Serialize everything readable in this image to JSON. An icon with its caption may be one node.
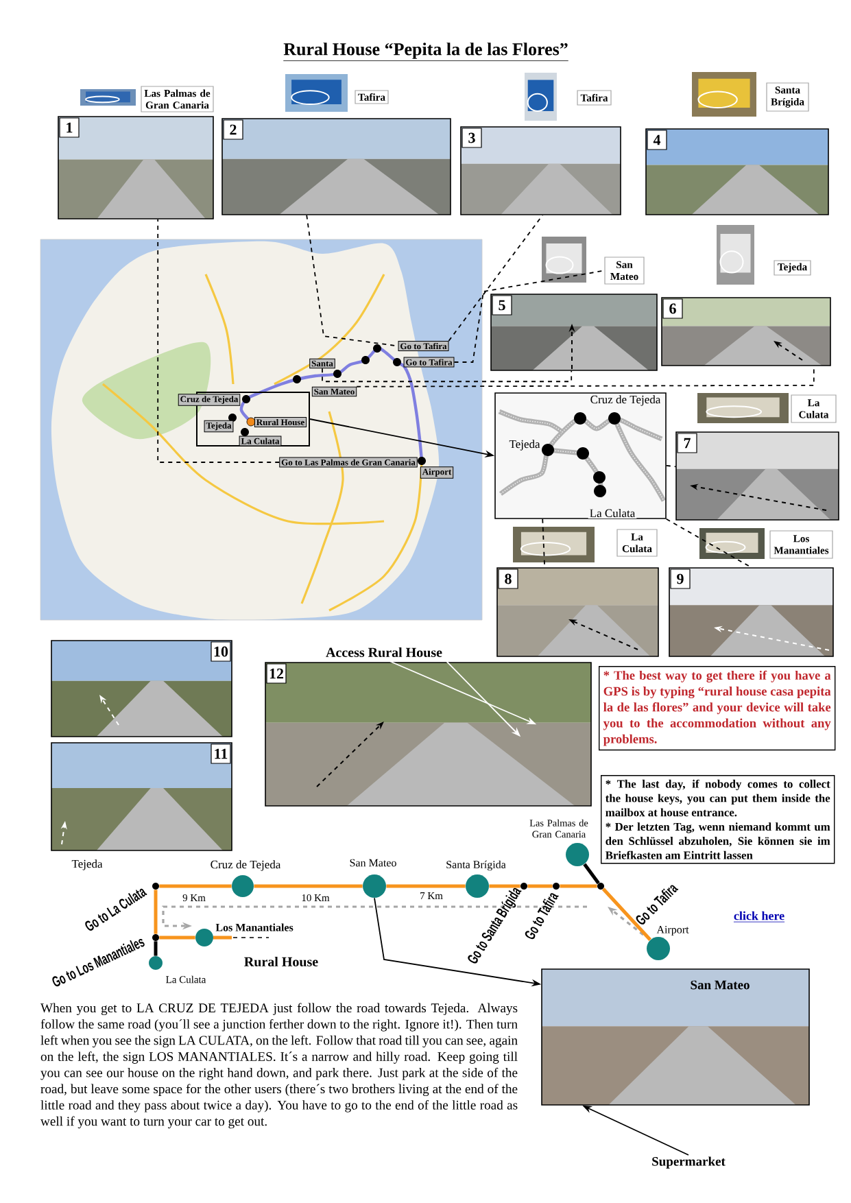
{
  "diagram": {
    "title": "Rural House “Pepita la de las Flores”",
    "nodes": [
      {
        "text": [
          "Las Palmas de Gran Canaria"
        ]
      },
      {
        "text": [
          "1"
        ]
      },
      {
        "text": [
          "Tafira"
        ]
      },
      {
        "text": [
          "2"
        ]
      },
      {
        "text": [
          "Tafira"
        ]
      },
      {
        "text": [
          "3"
        ]
      },
      {
        "text": [
          "Santa Brígida"
        ]
      },
      {
        "text": [
          "4"
        ]
      },
      {
        "text": [
          "San Mateo"
        ]
      },
      {
        "text": [
          "Tejeda"
        ]
      },
      {
        "text": [
          "5"
        ]
      },
      {
        "text": [
          "6"
        ]
      },
      {
        "text": [],
        "shape": "picture"
      },
      {
        "text": [
          "Go to Tafira"
        ],
        "in": 12
      },
      {
        "text": [
          "Go to Tafira"
        ],
        "in": 12
      },
      {
        "text": [
          "Santa"
        ],
        "in": 12
      },
      {
        "text": [
          "San Mateo"
        ],
        "in": 12
      },
      {
        "text": [],
        "shape": "box",
        "in": 12
      },
      {
        "text": [
          "Cruz de Tejeda"
        ],
        "in": 12
      },
      {
        "text": [
          "Tejeda"
        ],
        "in": 17
      },
      {
        "text": [
          "Rural House"
        ],
        "in": 17
      },
      {
        "text": [
          "La Culata"
        ],
        "in": 17
      },
      {
        "text": [
          "Go to Las Palmas de Gran Canaria"
        ],
        "in": 12
      },
      {
        "text": [
          "Airport"
        ],
        "in": 12
      },
      {
        "text": [
          "Cruz de Tejeda",
          "Tejeda",
          "La Culata"
        ]
      },
      {
        "text": [
          "La Culata"
        ]
      },
      {
        "text": [
          "7"
        ]
      },
      {
        "text": [
          "La Culata"
        ]
      },
      {
        "text": [
          "Los Manantiales"
        ]
      },
      {
        "text": [
          "8"
        ]
      },
      {
        "text": [
          "9"
        ]
      },
      {
        "text": [
          "10"
        ]
      },
      {
        "text": [
          "11"
        ]
      },
      {
        "text": [
          "Access Rural House"
        ]
      },
      {
        "text": [
          "12"
        ]
      },
      {
        "text": [
          "* The best way to get there if you have a GPS is by typing “rural house casa pepita la de las flores” and your device will take you to the accommodation without any problems."
        ]
      },
      {
        "text": [
          "* The last day, if nobody comes to collect the house keys, you can put them inside the mailbox at house entrance.",
          "* Der letzten Tag, wenn niemand kommt um den Schlüssel abzuholen, Sie können sie im Briefkasten am Eintritt lassen"
        ]
      },
      {
        "text": [],
        "shape": "circle"
      },
      {
        "text": [],
        "shape": "circle",
        "beside": [
          "Cruz de Tejeda"
        ]
      },
      {
        "text": [],
        "shape": "circle",
        "beside": [
          "San Mateo"
        ]
      },
      {
        "text": [],
        "shape": "circle",
        "beside": [
          "Santa Brígida"
        ]
      },
      {
        "text": [],
        "shape": "circle"
      },
      {
        "text": [],
        "shape": "circle"
      },
      {
        "text": [],
        "shape": "circle"
      },
      {
        "text": [],
        "shape": "circle",
        "beside": [
          "Las Palmas de Gran Canaria"
        ]
      },
      {
        "text": [],
        "shape": "circle",
        "beside": [
          "Airport"
        ]
      },
      {
        "text": [],
        "shape": "circle"
      },
      {
        "text": [],
        "shape": "circle",
        "beside": [
          "Los Manantiales"
        ]
      },
      {
        "text": [],
        "shape": "circle",
        "beside": [
          "La Culata"
        ]
      },
      {
        "text": [
          "San Mateo"
        ]
      },
      {
        "text": [
          "Supermarket"
        ]
      }
    ],
    "edges": [
      {
        "from": 22,
        "to": 1,
        "arrow": "none",
        "style": "dashed"
      },
      {
        "from": 3,
        "to": 13,
        "arrow": "none",
        "style": "dashed"
      },
      {
        "from": 13,
        "to": 5,
        "arrow": "none",
        "style": "dashed"
      },
      {
        "from": 14,
        "to": 8,
        "arrow": "none",
        "style": "dashed"
      },
      {
        "from": 15,
        "to": 10,
        "arrow": "none",
        "style": "dashed"
      },
      {
        "from": 16,
        "to": 11,
        "arrow": "none",
        "style": "dashed"
      },
      {
        "from": 17,
        "to": 24,
        "arrow": "to"
      },
      {
        "from": 24,
        "to": 26,
        "arrow": "none",
        "style": "dashed"
      },
      {
        "from": 24,
        "to": 29,
        "arrow": "none",
        "style": "dashed"
      },
      {
        "from": 24,
        "to": 30,
        "arrow": "none",
        "style": "dashed"
      },
      {
        "from": 33,
        "to": 34,
        "arrow": "to",
        "color": "#ffffff"
      },
      {
        "from": 33,
        "to": 34,
        "arrow": "to",
        "color": "#ffffff"
      },
      {
        "from": 37,
        "to": 38,
        "arrow": "none",
        "style": "thick",
        "color": "#f7941d",
        "label": "9 Km"
      },
      {
        "from": 38,
        "to": 39,
        "arrow": "none",
        "style": "thick",
        "color": "#f7941d",
        "label": "10 Km"
      },
      {
        "from": 39,
        "to": 40,
        "arrow": "none",
        "style": "thick",
        "color": "#f7941d",
        "label": "7 Km"
      },
      {
        "from": 40,
        "to": 41,
        "arrow": "none",
        "style": "thick",
        "color": "#f7941d"
      },
      {
        "from": 41,
        "to": 42,
        "arrow": "none",
        "style": "thick",
        "color": "#f7941d"
      },
      {
        "from": 42,
        "to": 43,
        "arrow": "none",
        "style": "thick",
        "color": "#f7941d"
      },
      {
        "from": 43,
        "to": 45,
        "arrow": "none",
        "style": "thick",
        "color": "#f7941d"
      },
      {
        "from": 43,
        "to": 44,
        "arrow": "none",
        "style": "thick"
      },
      {
        "from": 37,
        "to": 46,
        "arrow": "none",
        "style": "thick",
        "color": "#f7941d"
      },
      {
        "from": 46,
        "to": 47,
        "arrow": "none",
        "style": "thick",
        "color": "#f7941d"
      },
      {
        "from": 46,
        "to": 48,
        "arrow": "none",
        "style": "thick"
      },
      {
        "from": 39,
        "to": 49,
        "arrow": "to"
      },
      {
        "from": 50,
        "to": 49,
        "arrow": "to"
      }
    ],
    "labels": [
      "Tejeda",
      "Go to La Culata",
      "Go to Los Manantiales",
      "Rural House",
      "Go to Santa Brígida",
      "Go to Tafira",
      "Go to Tafira",
      "click here",
      "When you get to LA CRUZ DE TEJEDA just follow the road towards Tejeda. Always follow the same road (you´ll see a junction ferther down to the right. Ignore it!). Then turn left when you see the sign LA CULATA, on the left. Follow that road till you can see, again on the left, the sign LOS MANANTIALES. It´s a narrow and hilly road. Keep going till you can see our house on the right hand down, and park there. Just park at the side of the road, but leave some space for the other users (there´s two brothers living at the end of the little road and they pass about twice a day). You have to go to the end of the little road as well if you want to turn your car to get out."
    ]
  }
}
